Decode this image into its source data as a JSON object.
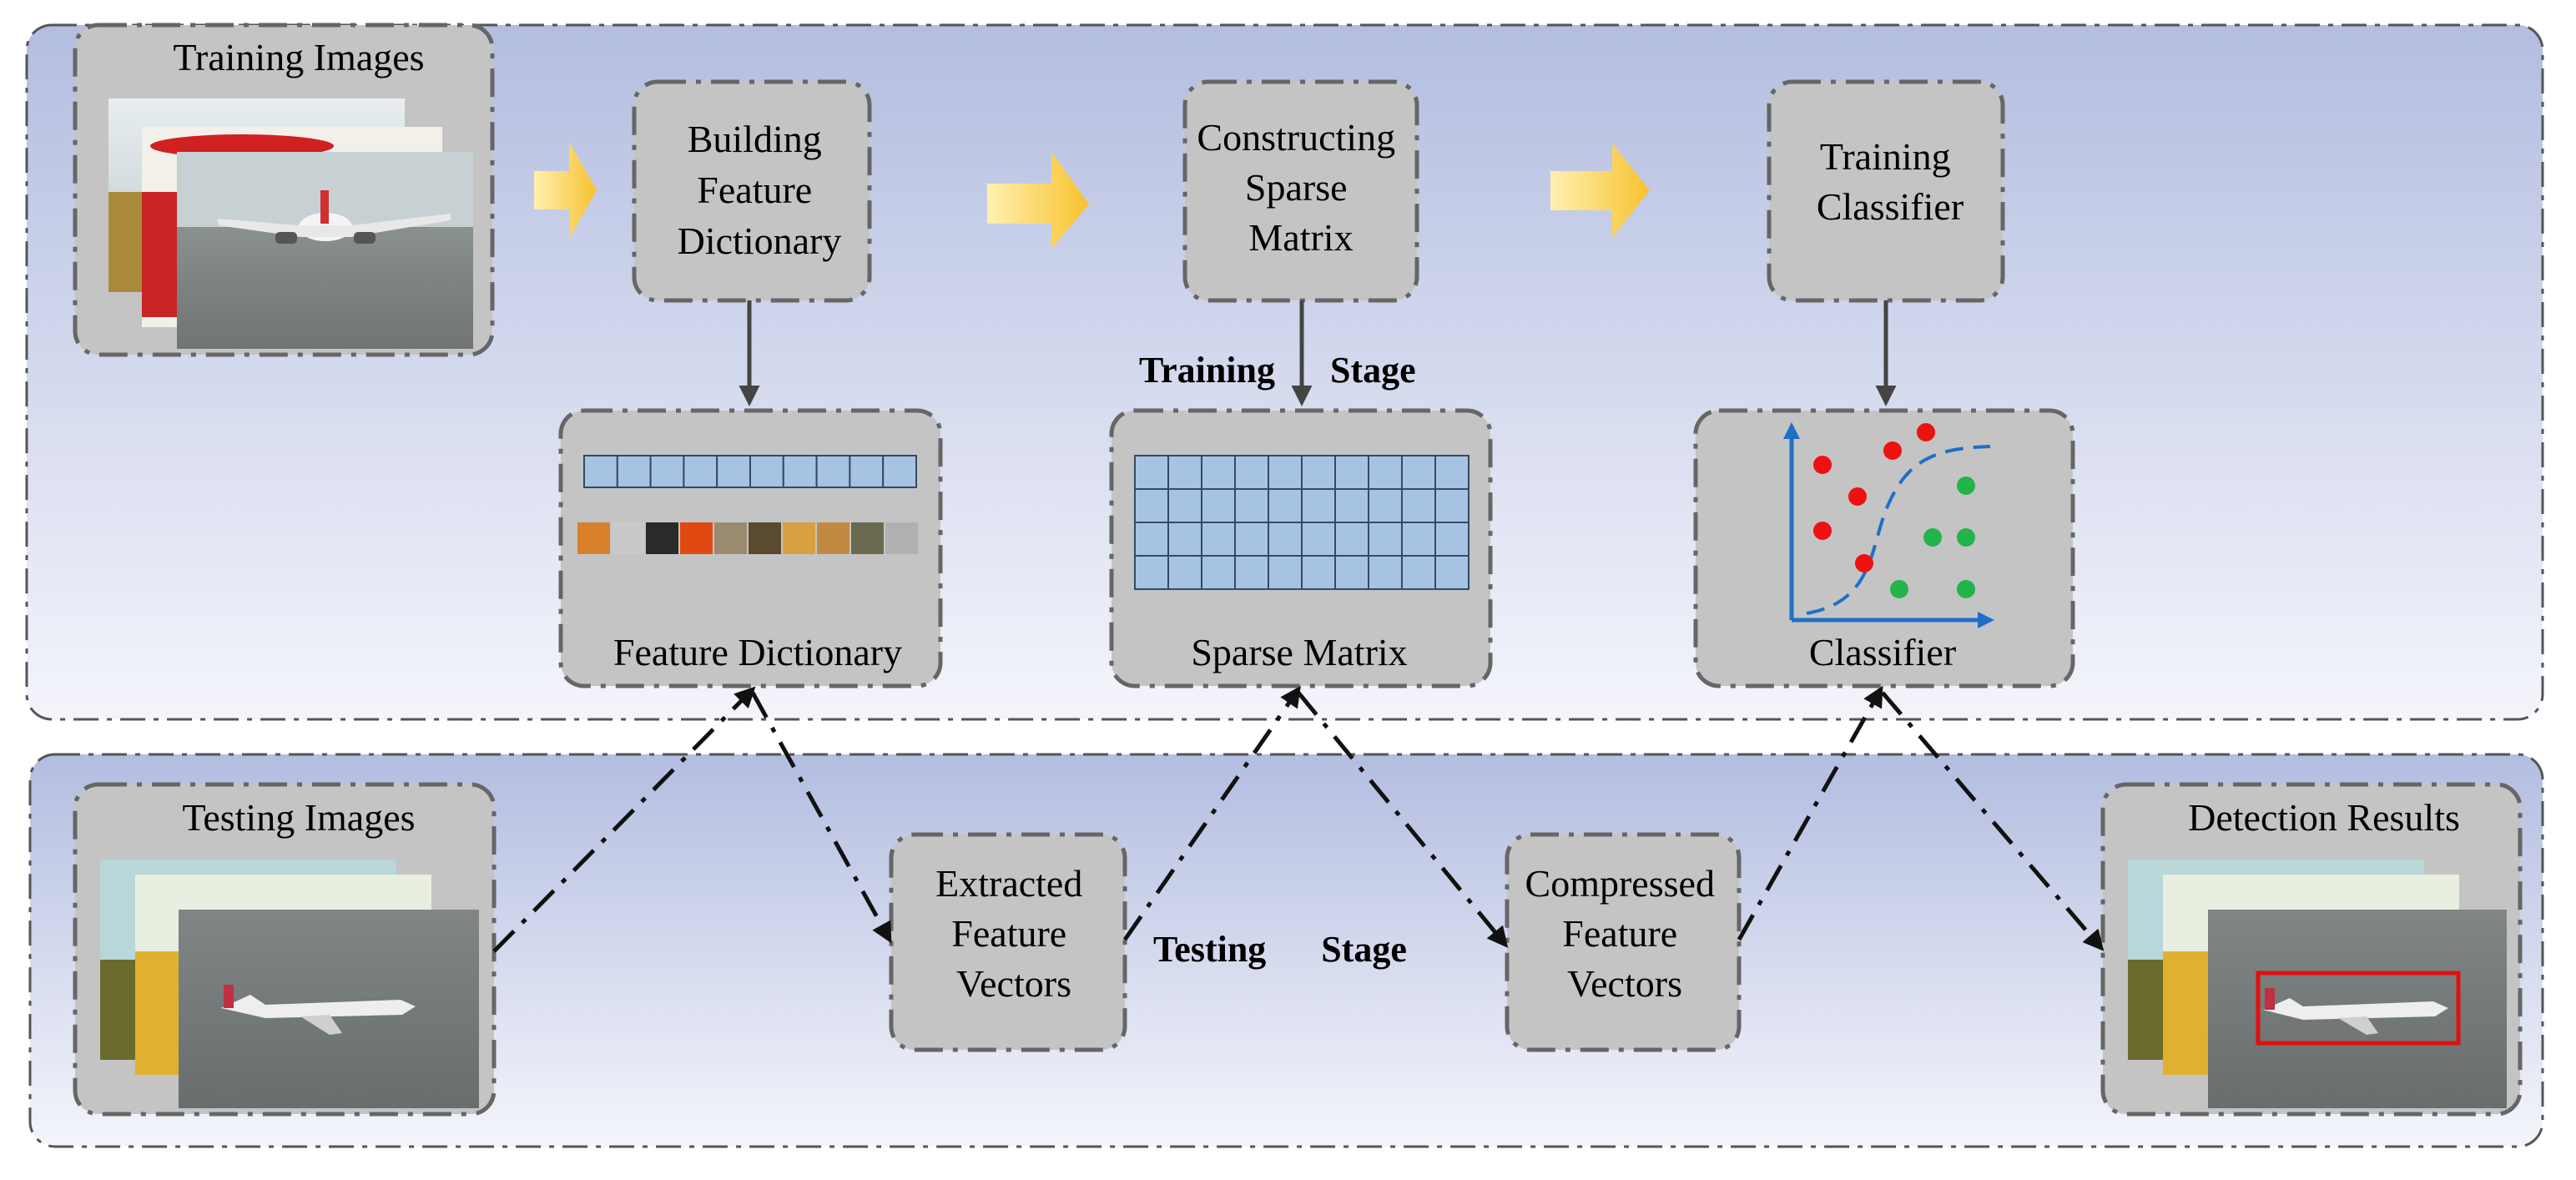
{
  "training": {
    "stage_label": "Training      Stage",
    "training_images": "Training Images",
    "building_dictionary": [
      "Building",
      "Feature",
      "Dictionary"
    ],
    "constructing_matrix": [
      "Constructing",
      "Sparse",
      "Matrix"
    ],
    "training_classifier": [
      "Training",
      "Classifier"
    ],
    "feature_dictionary": "Feature Dictionary",
    "sparse_matrix": "Sparse Matrix",
    "classifier": "Classifier"
  },
  "testing": {
    "stage_label": "Testing      Stage",
    "testing_images": "Testing Images",
    "extracted_vectors": [
      "Extracted",
      "Feature",
      "Vectors"
    ],
    "compressed_vectors": [
      "Compressed",
      "Feature",
      "Vectors"
    ],
    "detection_results": "Detection Results"
  },
  "colors": {
    "panel_top": "#b3bde0",
    "panel_bottom": "#f4f5fb",
    "box_fill": "#c4c4c4",
    "cell_fill": "#a6c4e2",
    "arrow_yellow": "#f7c22e",
    "axis_blue": "#1f6fc8",
    "dot_red": "#ee1111",
    "dot_green": "#22b34a",
    "detection_box": "#e01010"
  },
  "icons": [
    "right-arrow-icon",
    "airplane-photo",
    "scatter-plot-icon",
    "detection-box"
  ]
}
